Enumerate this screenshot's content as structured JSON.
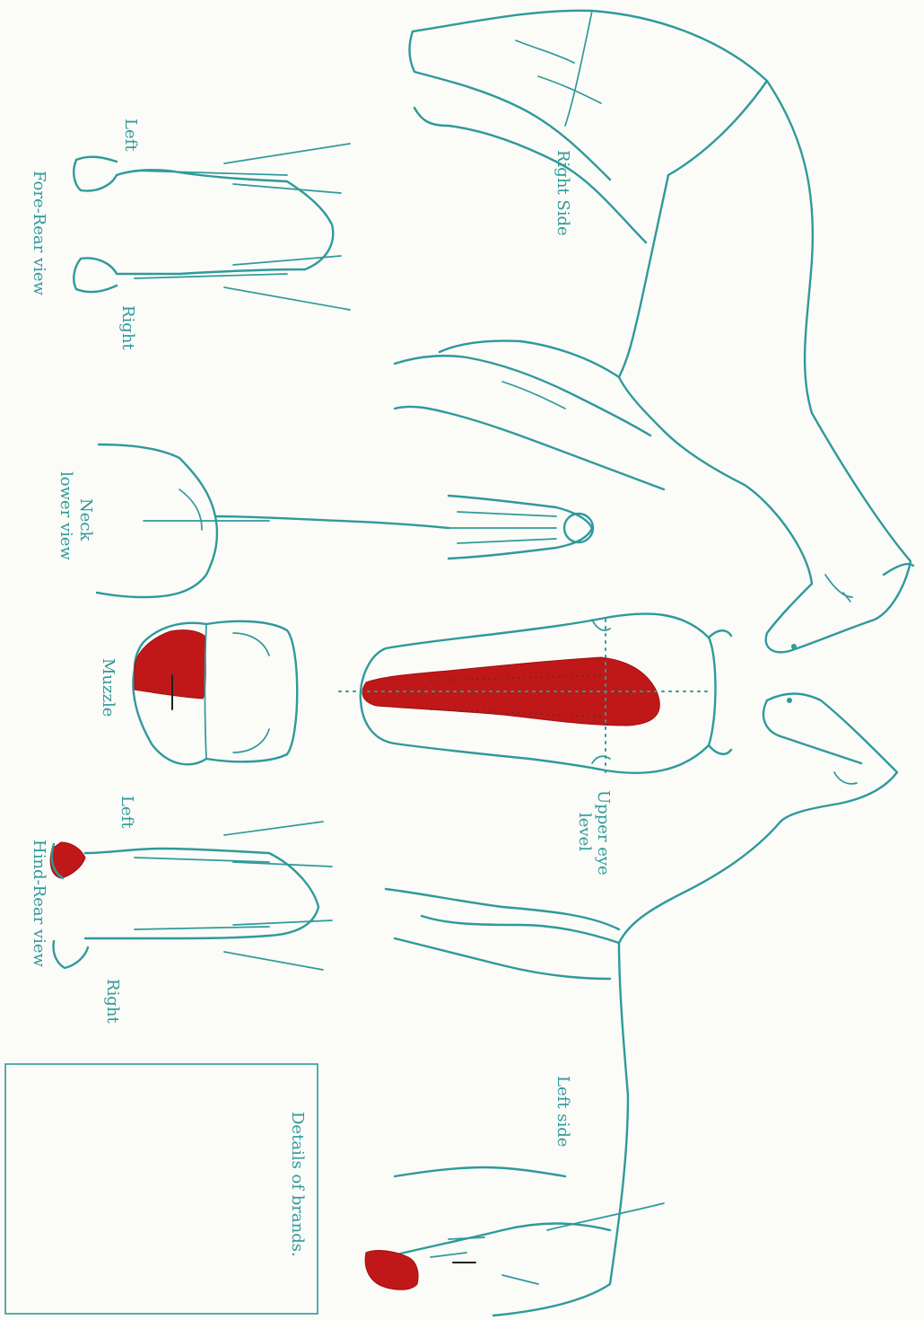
{
  "labels": {
    "right_side": "Right Side",
    "left_side": "Left side",
    "fore_rear_view": "Fore-Rear view",
    "fore_left": "Left",
    "fore_right": "Right",
    "neck_line1": "Neck",
    "neck_line2": "lower view",
    "muzzle": "Muzzle",
    "upper_eye_line1": "Upper eye",
    "upper_eye_line2": "level",
    "hind_rear_view": "Hind-Rear view",
    "hind_left": "Left",
    "hind_right": "Right",
    "brands": "Details of brands."
  },
  "colors": {
    "outline": "#2f9a9a",
    "marking": "#c01818",
    "paper": "#fbfbf8"
  }
}
